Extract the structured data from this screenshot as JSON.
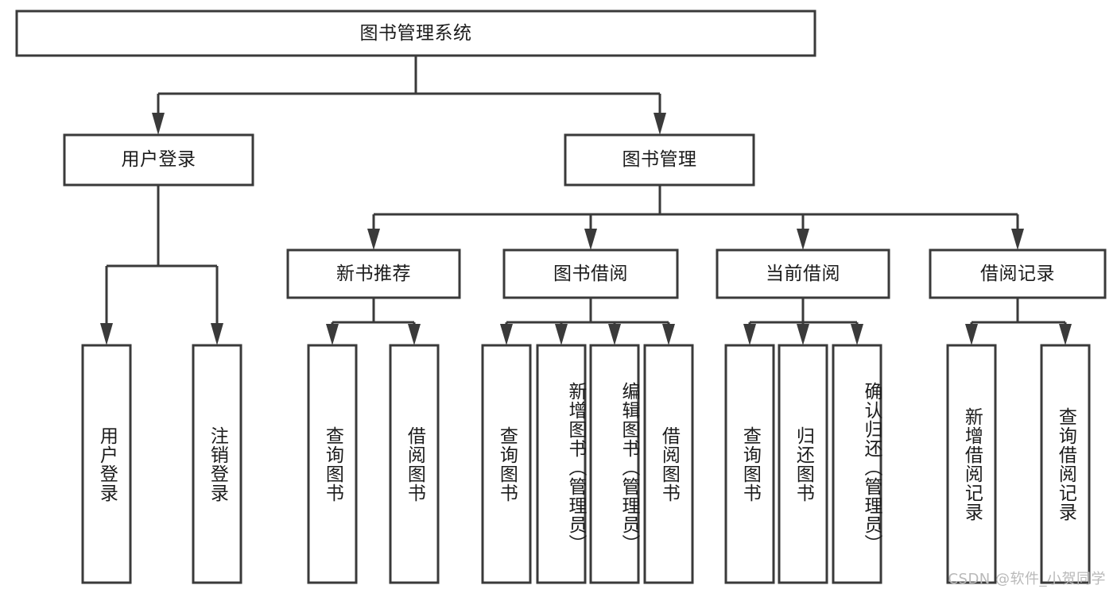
{
  "diagram": {
    "title": "图书管理系统",
    "type": "tree-hierarchy",
    "root": {
      "label": "图书管理系统"
    },
    "level2": [
      {
        "label": "用户登录"
      },
      {
        "label": "图书管理"
      }
    ],
    "level3": [
      {
        "label": "新书推荐"
      },
      {
        "label": "图书借阅"
      },
      {
        "label": "当前借阅"
      },
      {
        "label": "借阅记录"
      }
    ],
    "leaves": {
      "user_login": [
        {
          "label": "用户登录"
        },
        {
          "label": "注销登录"
        }
      ],
      "new_book_recommend": [
        {
          "label": "查询图书"
        },
        {
          "label": "借阅图书"
        }
      ],
      "book_borrow": [
        {
          "label": "查询图书"
        },
        {
          "label": "新增图书（管理员）"
        },
        {
          "label": "编辑图书（管理员）"
        },
        {
          "label": "借阅图书"
        }
      ],
      "current_borrow": [
        {
          "label": "查询图书"
        },
        {
          "label": "归还图书"
        },
        {
          "label": "确认归还（管理员）"
        }
      ],
      "borrow_record": [
        {
          "label": "新增借阅记录"
        },
        {
          "label": "查询借阅记录"
        }
      ]
    }
  },
  "watermark": {
    "text": "CSDN @软件_小贺同学"
  },
  "colors": {
    "stroke": "#3a3a3a",
    "box_fill": "#ffffff",
    "text": "#1b1b1b",
    "watermark": "#b9b9b9",
    "background": "#ffffff"
  }
}
